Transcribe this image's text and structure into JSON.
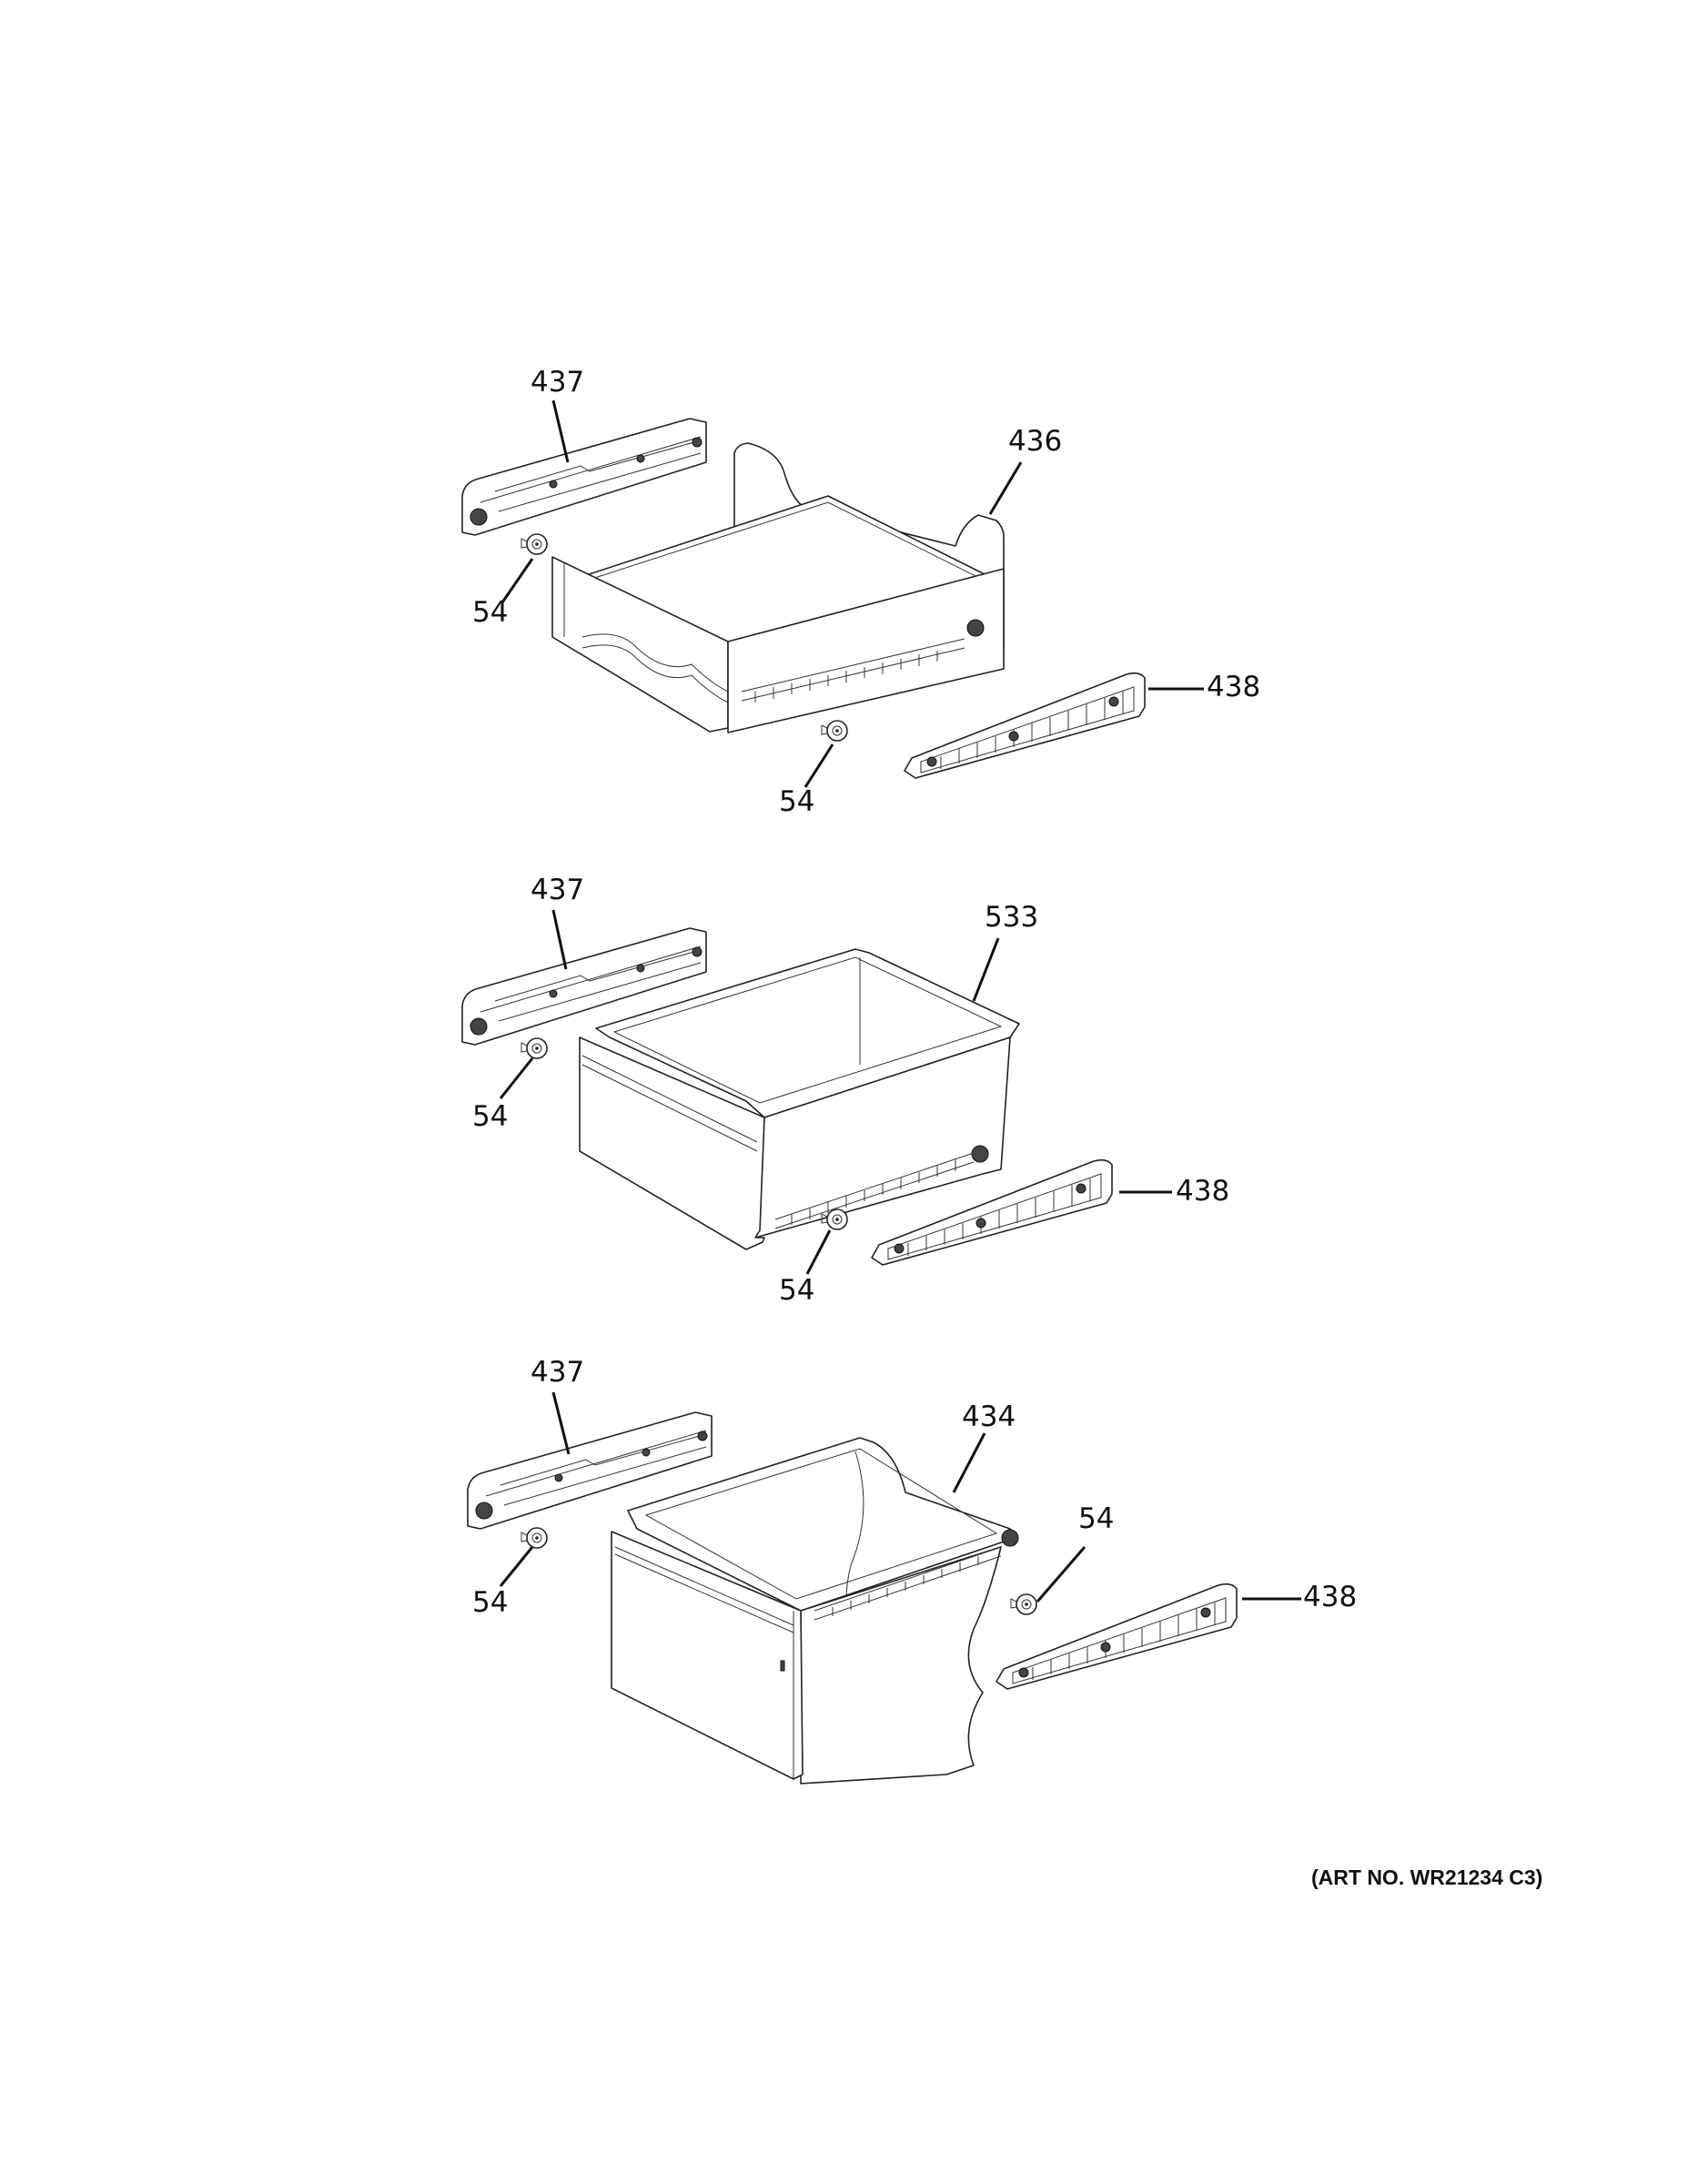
{
  "diagram": {
    "type": "exploded-parts-view",
    "subject": "Refrigerator drawers and slide rails",
    "art_number": "(ART NO. WR21234 C3)",
    "assemblies": [
      {
        "name": "upper-drawer-assembly",
        "callouts": [
          {
            "id": "top-rail-left",
            "label": "437"
          },
          {
            "id": "top-drawer",
            "label": "436"
          },
          {
            "id": "top-roller-left",
            "label": "54"
          },
          {
            "id": "top-roller-right",
            "label": "54"
          },
          {
            "id": "top-rail-right",
            "label": "438"
          }
        ]
      },
      {
        "name": "middle-drawer-assembly",
        "callouts": [
          {
            "id": "mid-rail-left",
            "label": "437"
          },
          {
            "id": "mid-drawer",
            "label": "533"
          },
          {
            "id": "mid-roller-left",
            "label": "54"
          },
          {
            "id": "mid-roller-right",
            "label": "54"
          },
          {
            "id": "mid-rail-right",
            "label": "438"
          }
        ]
      },
      {
        "name": "lower-drawer-assembly",
        "callouts": [
          {
            "id": "bot-rail-left",
            "label": "437"
          },
          {
            "id": "bot-drawer",
            "label": "434"
          },
          {
            "id": "bot-roller-left",
            "label": "54"
          },
          {
            "id": "bot-roller-right",
            "label": "54"
          },
          {
            "id": "bot-rail-right",
            "label": "438"
          }
        ]
      }
    ]
  }
}
